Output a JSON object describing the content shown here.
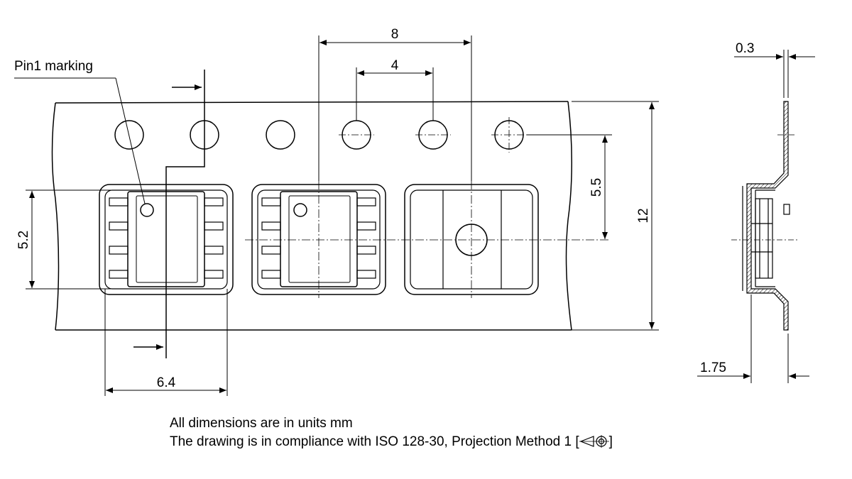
{
  "labels": {
    "pin1_marking": "Pin1 marking",
    "dim_pitch": "8",
    "dim_hole_pitch": "4",
    "dim_5_5": "5.5",
    "dim_width": "12",
    "dim_5_2": "5.2",
    "dim_6_4": "6.4",
    "dim_0_3": "0.3",
    "dim_1_75": "1.75"
  },
  "notes": {
    "line1": "All dimensions are in units mm",
    "line2_prefix": "The drawing is in compliance with ISO 128-30, Projection Method 1 [",
    "line2_suffix": "]"
  },
  "icons": {
    "projection_symbol": "first-angle-projection-icon"
  }
}
